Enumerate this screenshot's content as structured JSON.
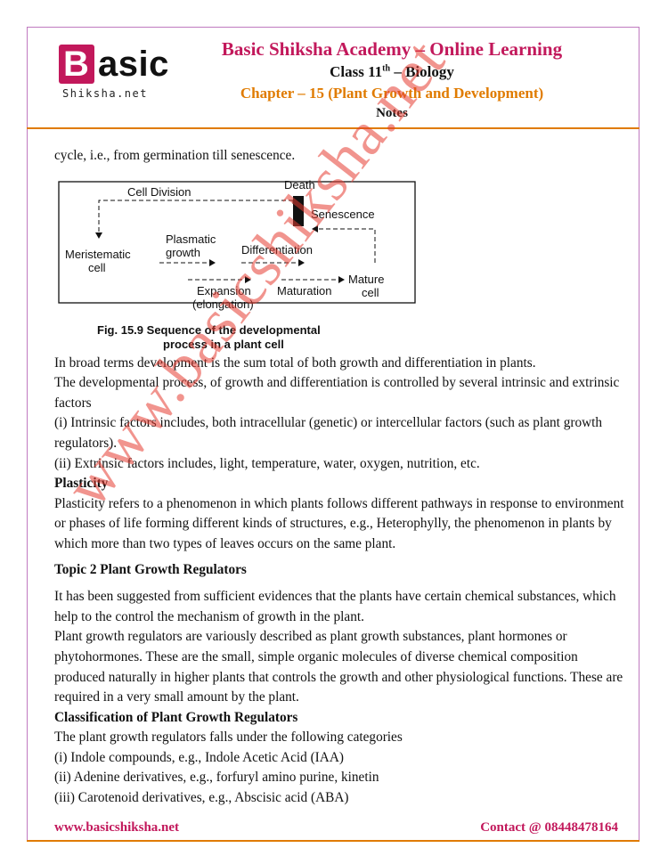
{
  "logo": {
    "letter": "B",
    "rest": "asic",
    "sub": "Shiksha.net"
  },
  "header": {
    "title": "Basic Shiksha Academy – Online Learning",
    "class_prefix": "Class 11",
    "class_sup": "th",
    "class_suffix": " – Biology",
    "chapter": "Chapter – 15 (Plant Growth and Development)",
    "notes": "Notes"
  },
  "intro_line": "cycle, i.e., from germination till senescence.",
  "diagram": {
    "cell_division": "Cell Division",
    "death": "Death",
    "senescence": "Senescence",
    "meristematic1": "Meristematic",
    "meristematic2": "cell",
    "plasmatic1": "Plasmatic",
    "plasmatic2": "growth",
    "differentiation": "Differentiation",
    "expansion1": "Expansion",
    "expansion2": "(elongation)",
    "maturation": "Maturation",
    "mature1": "Mature",
    "mature2": "cell",
    "fig_num": "Fig. 15.9",
    "fig_line1": " Sequence of the developmental",
    "fig_line2": "process in a plant cell"
  },
  "paragraphs": {
    "p1": "In broad terms development is the sum total of both growth and differentiation in plants.",
    "p2": "The developmental process, of growth and differentiation is controlled by several intrinsic and extrinsic factors",
    "p3": "(i) Intrinsic factors includes, both intracellular (genetic) or intercellular factors (such as plant growth regulators).",
    "p4": "(ii) Extrinsic factors includes, light, temperature, water, oxygen, nutrition, etc.",
    "h_plasticity": "Plasticity",
    "p5": "Plasticity refers to a phenomenon in which plants follows different pathways in response to environment or phases of life forming different kinds of structures, e.g., Heterophylly, the phenomenon in plants by which more than two types of leaves occurs on the same plant.",
    "h_topic2": "Topic 2 Plant Growth Regulators",
    "p6": "It has been suggested from sufficient evidences that the plants have certain chemical substances, which help to the control the mechanism of growth in the plant.",
    "p7": "Plant growth regulators are variously described as plant growth substances, plant hormones or phytohormones. These are the small, simple organic molecules of diverse chemical composition produced naturally in higher plants that controls the growth and other physiological functions. These are required in a very small amount by the plant.",
    "h_classification": "Classification of Plant Growth Regulators",
    "p8": "The plant growth regulators falls under the following categories",
    "l1": "(i) Indole compounds, e.g., Indole Acetic Acid (IAA)",
    "l2": "(ii) Adenine derivatives, e.g., forfuryl amino purine, kinetin",
    "l3": "(iii) Carotenoid derivatives, e.g., Abscisic acid (ABA)"
  },
  "footer": {
    "website": "www.basicshiksha.net",
    "contact": "Contact @  08448478164"
  },
  "watermark": "www.basicshiksha.net",
  "colors": {
    "brand_pink": "#c2185b",
    "accent_orange": "#e07b00",
    "watermark": "#e63c32"
  }
}
